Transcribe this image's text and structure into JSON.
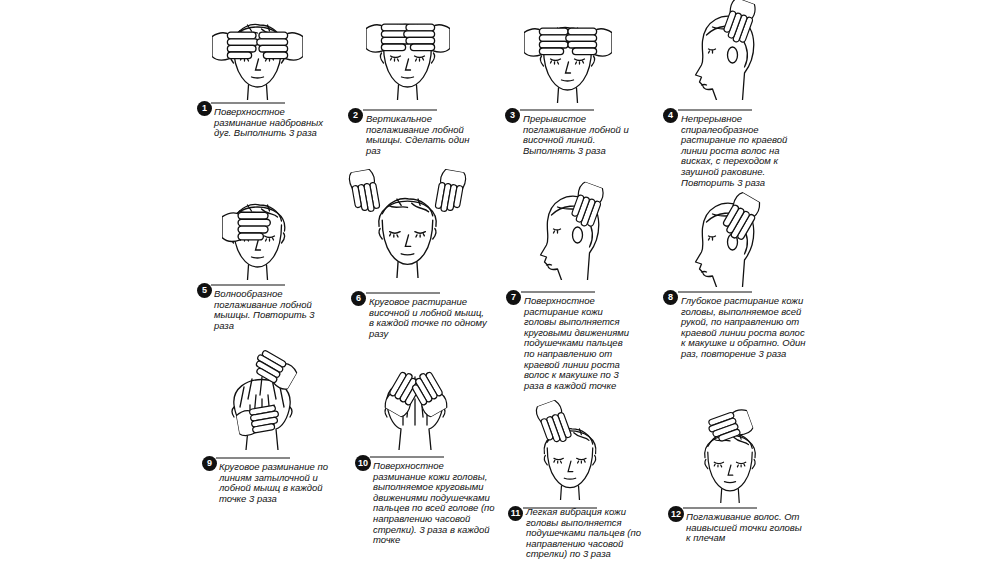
{
  "diagram": {
    "nodes": [
      {
        "text": [
          "1"
        ]
      },
      {
        "text": [
          "2"
        ]
      },
      {
        "text": [
          "3"
        ]
      },
      {
        "text": [
          "4"
        ]
      },
      {
        "text": [
          "5"
        ]
      },
      {
        "text": [
          "6"
        ]
      },
      {
        "text": [
          "7"
        ]
      },
      {
        "text": [
          "8"
        ]
      },
      {
        "text": [
          "9"
        ]
      },
      {
        "text": [
          "10"
        ]
      },
      {
        "text": [
          "11"
        ]
      },
      {
        "text": [
          "12"
        ]
      }
    ],
    "labels": [
      "Поверхностное разминание надбровных дуг. Выполнить 3 раза",
      "Вертикальное поглаживание лобной мышцы. Сделать один раз",
      "Прерывистое поглаживание лобной и височной линий. Выполнять 3 раза",
      "Непрерывное спиралеобразное растирание по краевой линии роста волос на висках, с переходом к заушной раковине. Повторить 3 раза",
      "Волнообразное поглаживание лобной мышцы. Повторить 3 раза",
      "Круговое растирание височной и лобной мышц, в каждой точке по одному разу",
      "Поверхностное растирание кожи головы выполняется круговыми движениями подушечками пальцев по направлению от краевой линии роста волос к макушке по 3 раза в каждой точке",
      "Глубокое растирание кожи головы, выполняемое всей рукой, по направлению от краевой линии роста волос к макушке и обратно. Один раз, повторение 3 раза",
      "Круговое разминание по линиям затылочной и лобной мышц в каждой точке 3 раза",
      "Поверхностное разминание кожи головы, выполняемое круговыми движениями подушечками пальцев по всей голове (по направлению часовой стрелки). 3 раза в каждой точке",
      "Легкая вибрация кожи головы выполняется подушечками пальцев (по направлению часовой стрелки) по 3 раза",
      "Поглаживание волос. От наивысшей точки головы к плечам"
    ]
  }
}
